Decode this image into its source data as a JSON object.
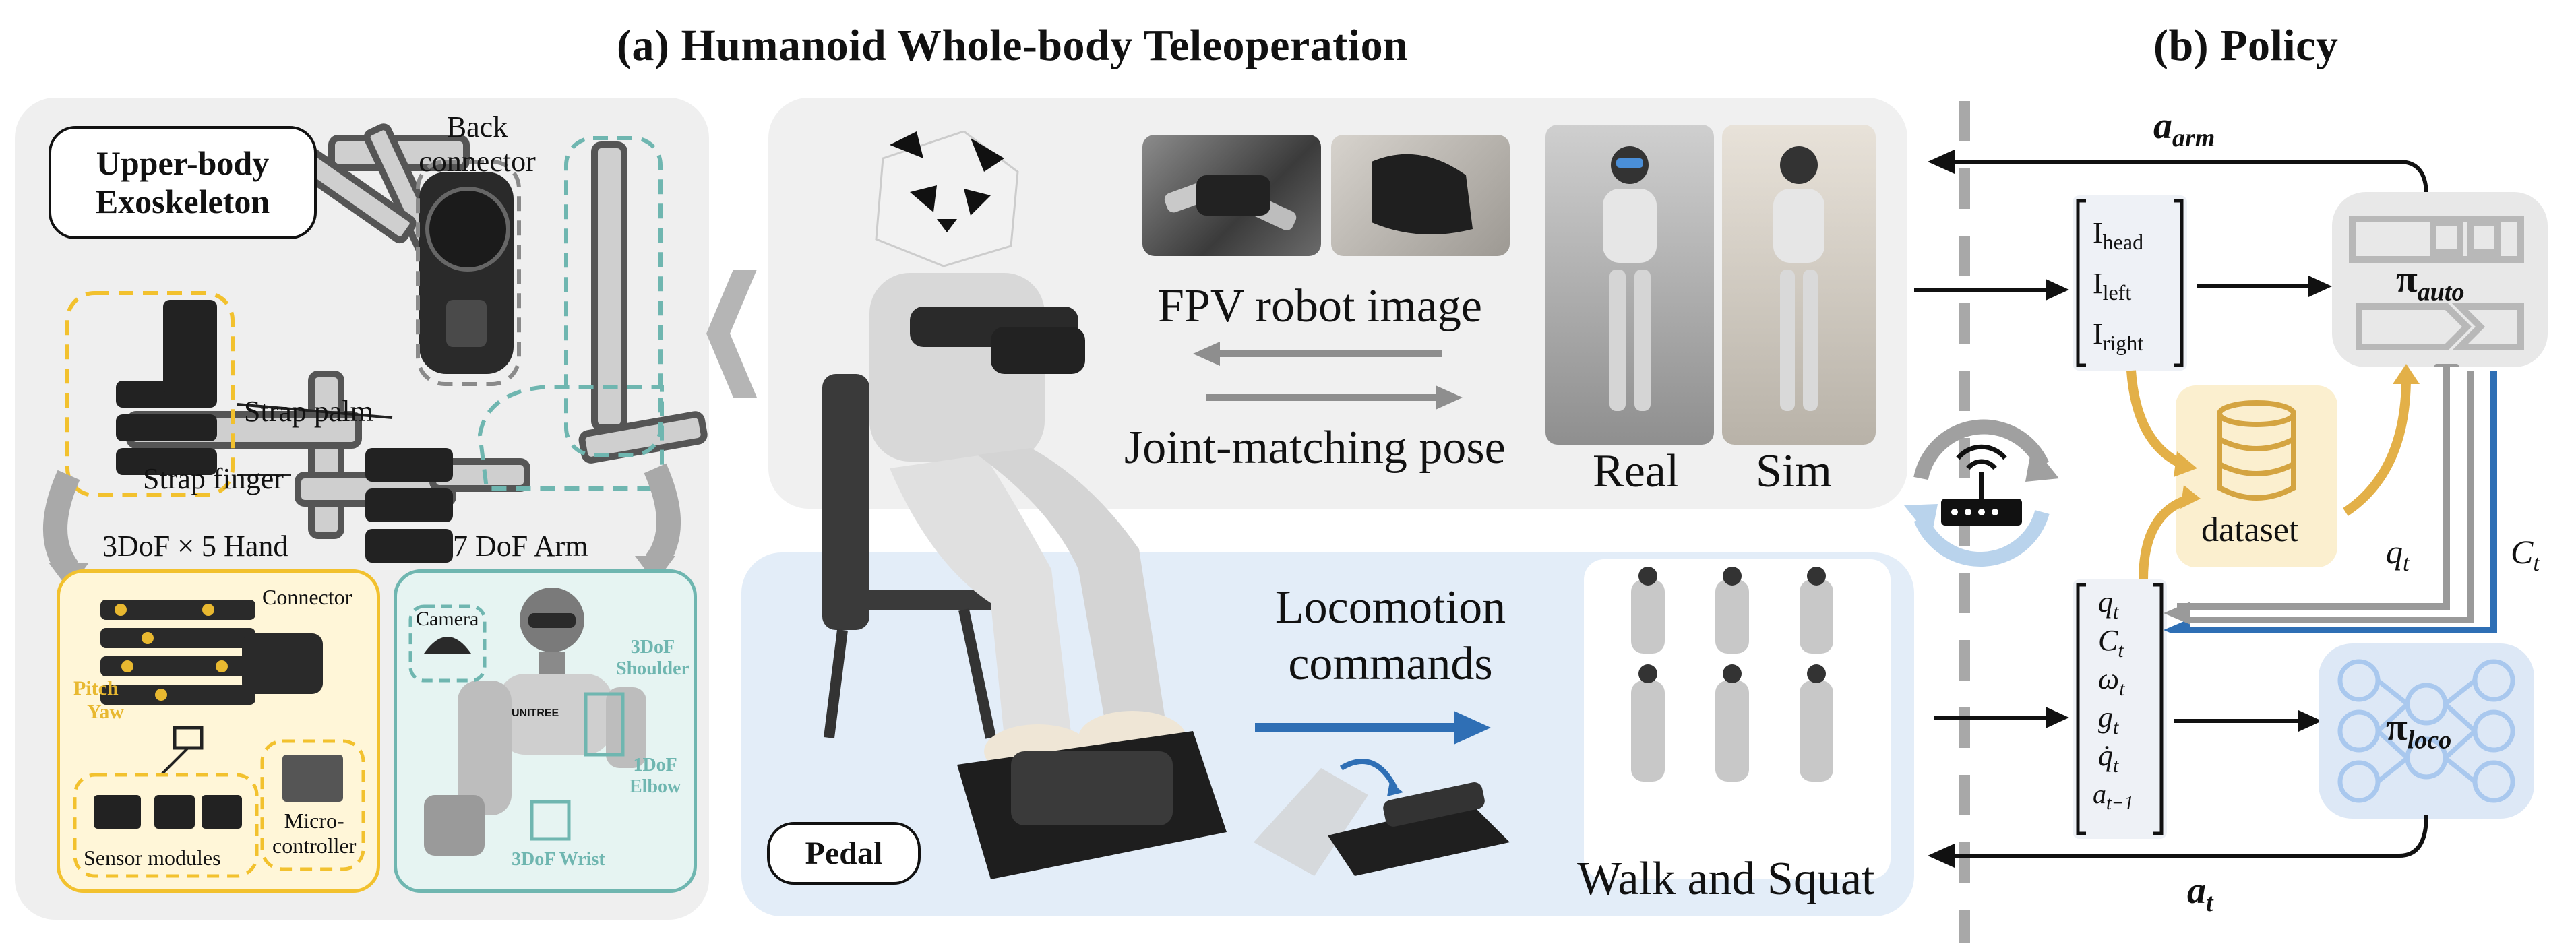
{
  "titles": {
    "a": "(a) Humanoid Whole-body Teleoperation",
    "b": "(b) Policy"
  },
  "exo": {
    "label_line1": "Upper-body",
    "label_line2": "Exoskeleton",
    "back_connector_line1": "Back",
    "back_connector_line2": "connector",
    "strap_palm": "Strap palm",
    "strap_finger": "Strap finger",
    "hand_title": "3DoF × 5 Hand",
    "arm_title": "7 DoF Arm",
    "connector": "Connector",
    "pitch": "Pitch",
    "yaw": "Yaw",
    "micro_line1": "Micro-",
    "micro_line2": "controller",
    "sensor_modules": "Sensor modules",
    "camera": "Camera",
    "shoulder_line1": "3DoF",
    "shoulder_line2": "Shoulder",
    "elbow_line1": "1DoF",
    "elbow_line2": "Elbow",
    "wrist": "3DoF Wrist",
    "logo": "UNITREE"
  },
  "middle": {
    "fpv": "FPV robot image",
    "joint_matching": "Joint-matching pose",
    "real": "Real",
    "sim": "Sim",
    "locomotion_line1": "Locomotion",
    "locomotion_line2": "commands",
    "walk_squat": "Walk and Squat",
    "pedal": "Pedal"
  },
  "policy": {
    "a_arm": "a",
    "a_arm_sub": "arm",
    "a_t": "a",
    "a_t_sub": "t",
    "images": [
      {
        "base": "I",
        "sub": "head"
      },
      {
        "base": "I",
        "sub": "left"
      },
      {
        "base": "I",
        "sub": "right"
      }
    ],
    "states": [
      {
        "base": "q",
        "sub": "t"
      },
      {
        "base": "C",
        "sub": "t"
      },
      {
        "base": "ω",
        "sub": "t"
      },
      {
        "base": "g",
        "sub": "t"
      },
      {
        "base": "q̇",
        "sub": "t"
      },
      {
        "base": "a",
        "sub": "t−1"
      }
    ],
    "pi_auto": "π",
    "pi_auto_sub": "auto",
    "pi_loco": "π",
    "pi_loco_sub": "loco",
    "dataset": "dataset",
    "q_t": "q",
    "q_t_sub": "t",
    "c_t": "C",
    "c_t_sub": "t"
  },
  "colors": {
    "gold": "#e8b830",
    "teal": "#6fb6b0",
    "blue_arrow": "#2f6fb5",
    "gray_arrow": "#9a9a9a",
    "panel_gray": "#efefef",
    "panel_blue": "#e3edf8"
  }
}
